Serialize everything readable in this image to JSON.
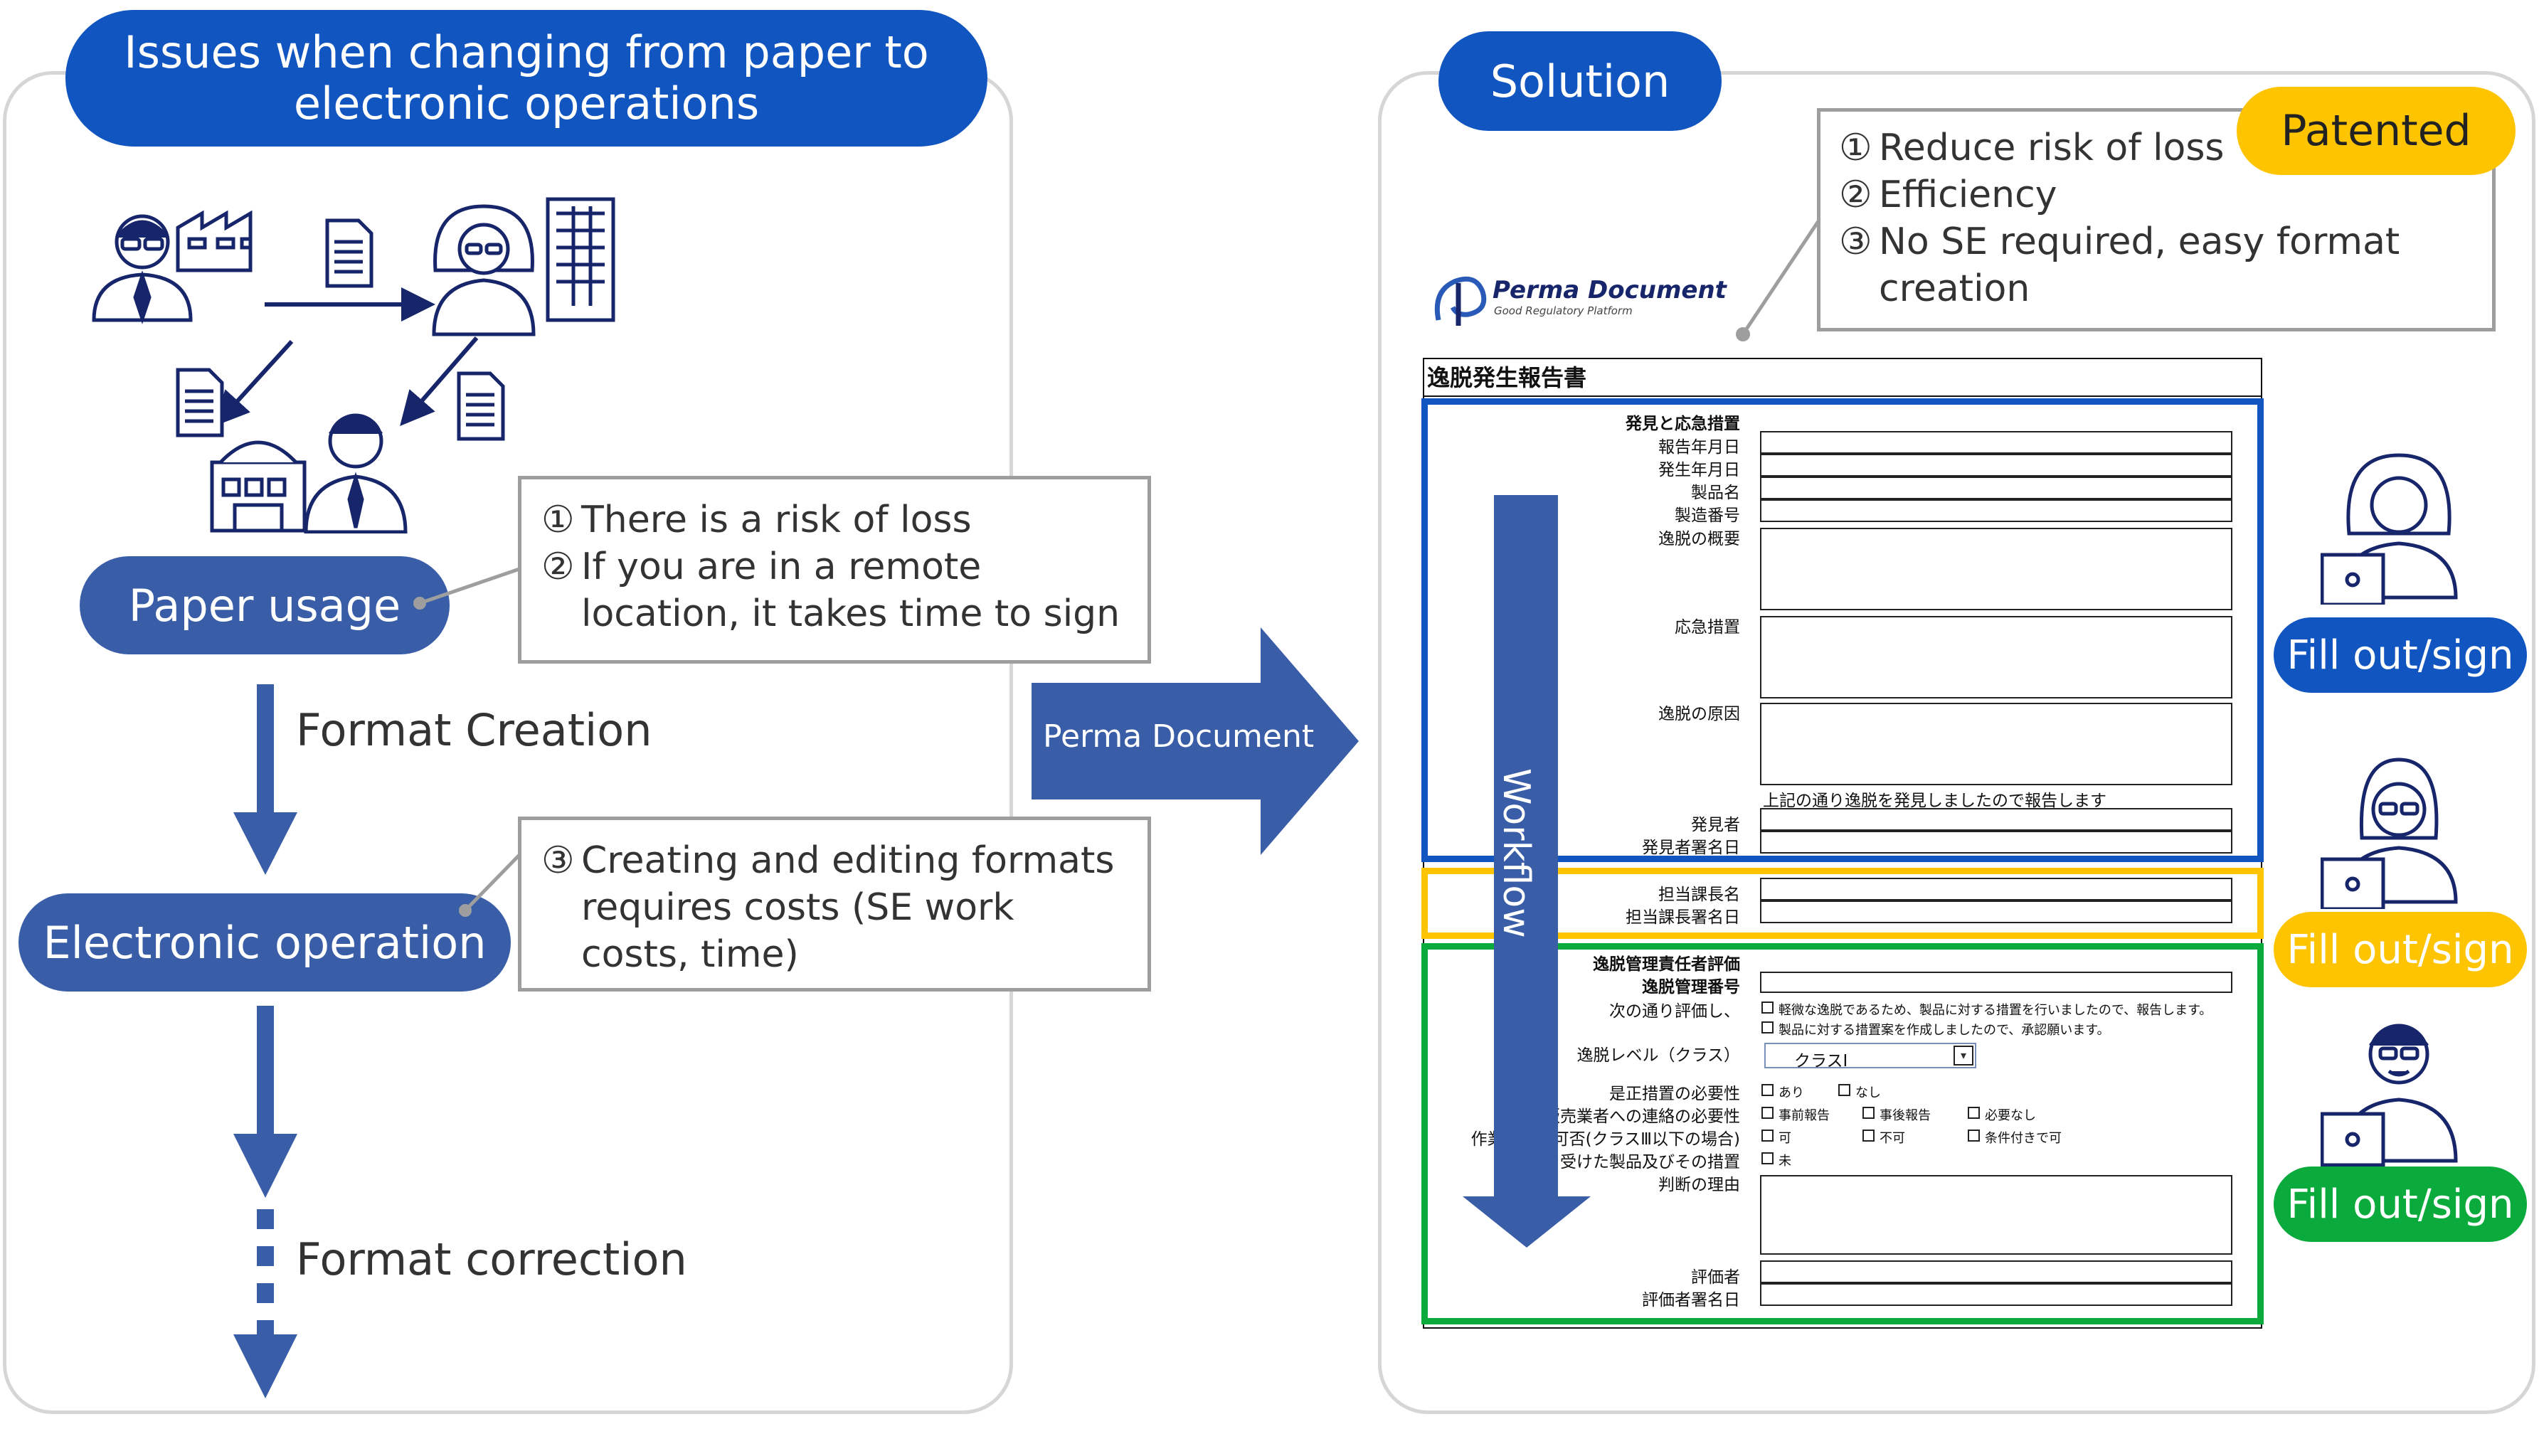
{
  "left": {
    "header": "Issues when changing from paper to electronic operations",
    "paper_usage": "Paper usage",
    "issues_paper": [
      {
        "num": "①",
        "text": "There is a risk of loss"
      },
      {
        "num": "②",
        "text": "If you are in a remote location, it takes time to sign"
      }
    ],
    "format_creation": "Format Creation",
    "electronic_operation": "Electronic operation",
    "issues_electronic": [
      {
        "num": "③",
        "text": "Creating and editing formats requires costs (SE work costs, time)"
      }
    ],
    "format_correction": "Format correction"
  },
  "arrow_label": "Perma Document",
  "right": {
    "header": "Solution",
    "patented": "Patented",
    "benefits": [
      {
        "num": "①",
        "text": "Reduce risk of loss"
      },
      {
        "num": "②",
        "text": "Efficiency"
      },
      {
        "num": "③",
        "text": "No SE required, easy format creation"
      }
    ],
    "logo": {
      "name": "Perma Document",
      "tagline": "Good Regulatory Platform"
    },
    "workflow_label": "Workflow",
    "fill_sign": [
      "Fill out/sign",
      "Fill out/sign",
      "Fill out/sign"
    ]
  },
  "form": {
    "title": "逸脱発生報告書",
    "section1": "発見と応急措置",
    "fields_top": [
      "報告年月日",
      "発生年月日",
      "製品名",
      "製造番号"
    ],
    "overview": "逸脱の概要",
    "emergency": "応急措置",
    "cause": "逸脱の原因",
    "report_note": "上記の通り逸脱を発見しましたので報告します",
    "finder": "発見者",
    "finder_date": "発見者署名日",
    "manager": "担当課長名",
    "manager_date": "担当課長署名日",
    "section2": "逸脱管理責任者評価",
    "control_no": "逸脱管理番号",
    "evaluate": "次の通り評価し、",
    "eval_opts": [
      "軽微な逸脱であるため、製品に対する措置を行いましたので、報告します。",
      "製品に対する措置案を作成しましたので、承認願います。"
    ],
    "level": "逸脱レベル（クラス）",
    "level_value": "クラスⅠ",
    "corrective": "是正措置の必要性",
    "corrective_opts": [
      "あり",
      "なし"
    ],
    "contact": "製造販売業者への連絡の必要性",
    "contact_opts": [
      "事前報告",
      "事後報告",
      "必要なし"
    ],
    "continue": "作業継続の可否(クラスⅢ以下の場合)",
    "continue_opts": [
      "可",
      "不可",
      "条件付きで可"
    ],
    "affected": "影響を受けた製品及びその措置",
    "affected_opt": "未",
    "reason": "判断の理由",
    "evaluator": "評価者",
    "evaluator_date": "評価者署名日"
  },
  "colors": {
    "dark_blue": "#1155c0",
    "steel_blue": "#3a5da8",
    "yellow": "#ffc400",
    "green": "#0aaa3c",
    "navy": "#17256b"
  }
}
